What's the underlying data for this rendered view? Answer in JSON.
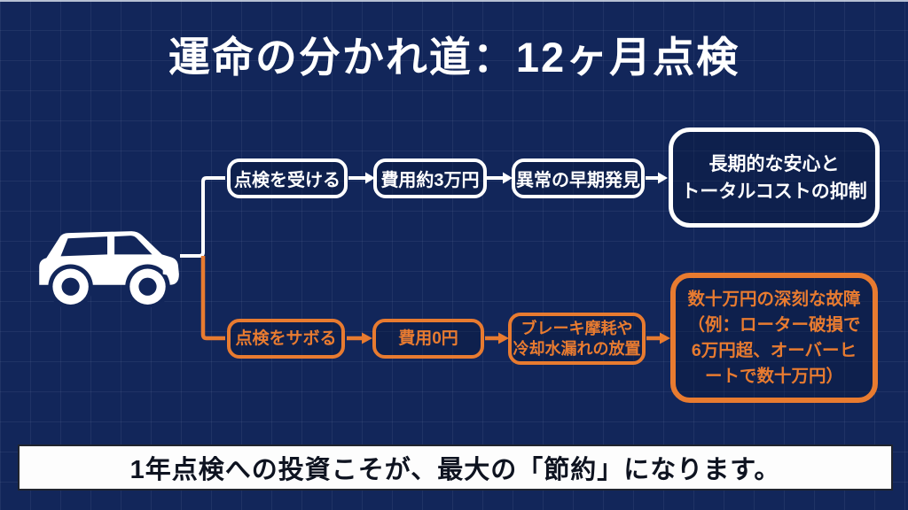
{
  "title": "運命の分かれ道：12ヶ月点検",
  "colors": {
    "background": "#12265a",
    "grid_line": "#2b3f72",
    "branch_good": "#ffffff",
    "branch_bad": "#e87b30",
    "banner_bg": "#fdfdfd",
    "banner_text": "#0e1320"
  },
  "icons": {
    "car": "car-icon"
  },
  "flow": {
    "top_branch": {
      "steps": [
        {
          "label": "点検を受ける"
        },
        {
          "label": "費用約3万円"
        },
        {
          "label": "異常の早期発見"
        }
      ],
      "result": "長期的な安心と\nトータルコストの抑制"
    },
    "bottom_branch": {
      "steps": [
        {
          "label": "点検をサボる"
        },
        {
          "label": "費用0円"
        },
        {
          "label": "ブレーキ摩耗や\n冷却水漏れの放置"
        }
      ],
      "result": "数十万円の深刻な故障\n（例：ローター破損で\n6万円超、オーバーヒ\nートで数十万円）"
    }
  },
  "banner": "1年点検への投資こそが、最大の「節約」になります。"
}
